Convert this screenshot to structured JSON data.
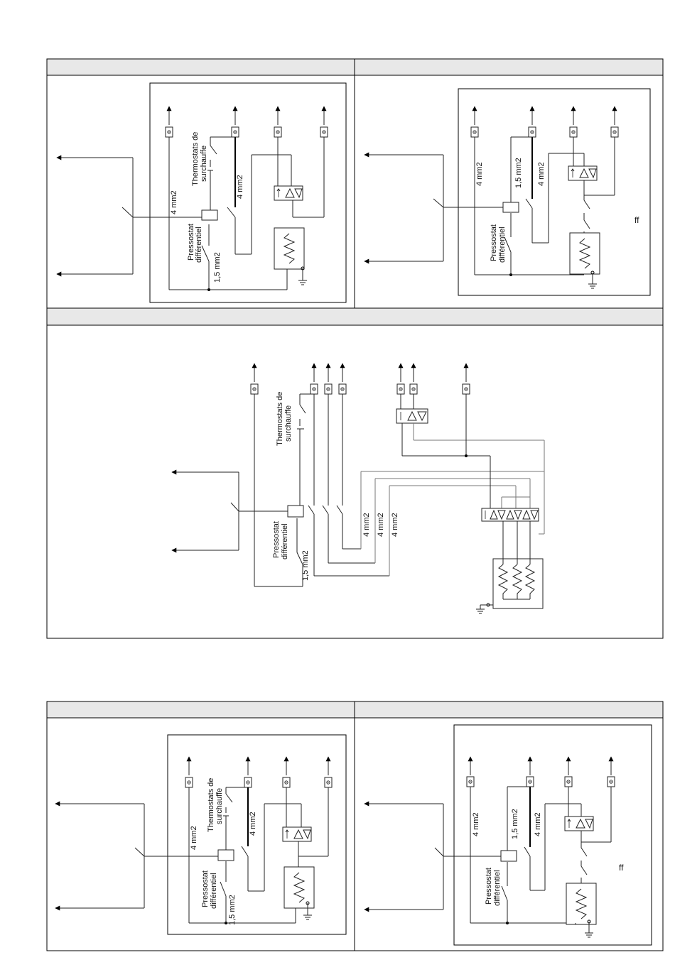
{
  "labels": {
    "wire_4mm2": "4 mm2",
    "wire_1_5mm2": "1,5 mm2",
    "pressostat_line1": "Pressostat",
    "pressostat_line2": "différentiel",
    "thermostats_line1": "Thermostats de",
    "thermostats_line2": "surchauffe",
    "ff": "ff"
  }
}
